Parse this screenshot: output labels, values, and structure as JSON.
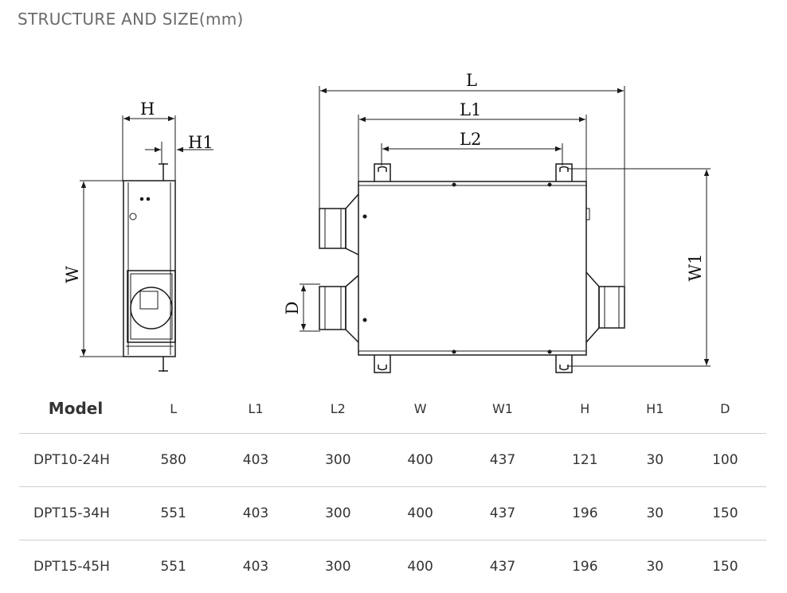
{
  "header": {
    "title": "STRUCTURE AND SIZE(mm)"
  },
  "drawing": {
    "side_view": {
      "label_h": "H",
      "label_h1": "H1",
      "label_w": "W"
    },
    "top_view": {
      "label_l": "L",
      "label_l1": "L1",
      "label_l2": "L2",
      "label_w1": "W1",
      "label_d": "D"
    }
  },
  "table": {
    "headers": [
      "Model",
      "L",
      "L1",
      "L2",
      "W",
      "W1",
      "H",
      "H1",
      "D"
    ],
    "rows": [
      [
        "DPT10-24H",
        "580",
        "403",
        "300",
        "400",
        "437",
        "121",
        "30",
        "100"
      ],
      [
        "DPT15-34H",
        "551",
        "403",
        "300",
        "400",
        "437",
        "196",
        "30",
        "150"
      ],
      [
        "DPT15-45H",
        "551",
        "403",
        "300",
        "400",
        "437",
        "196",
        "30",
        "150"
      ]
    ]
  },
  "colors": {
    "line": "#1a1a1a",
    "title": "#6b6b6b",
    "rule": "#cfcfcf"
  }
}
